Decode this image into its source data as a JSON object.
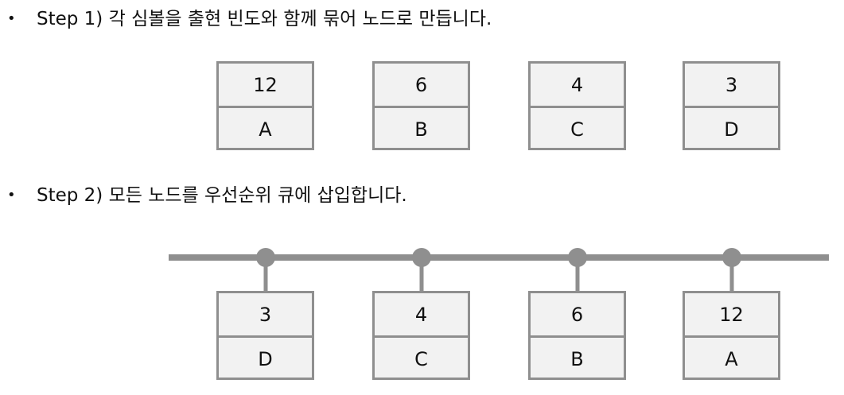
{
  "steps": [
    {
      "bullet": "•",
      "text": "Step 1) 각 심볼을 출현 빈도와 함께 묶어 노드로 만듭니다."
    },
    {
      "bullet": "•",
      "text": "Step 2) 모든 노드를 우선순위 큐에 삽입합니다."
    }
  ],
  "step1_nodes": [
    {
      "freq": "12",
      "symbol": "A"
    },
    {
      "freq": "6",
      "symbol": "B"
    },
    {
      "freq": "4",
      "symbol": "C"
    },
    {
      "freq": "3",
      "symbol": "D"
    }
  ],
  "step2_nodes": [
    {
      "freq": "3",
      "symbol": "D"
    },
    {
      "freq": "4",
      "symbol": "C"
    },
    {
      "freq": "6",
      "symbol": "B"
    },
    {
      "freq": "12",
      "symbol": "A"
    }
  ],
  "colors": {
    "node_border": "#8f8f8f",
    "node_fill": "#f2f2f2",
    "queue_line": "#8f8f8f"
  }
}
